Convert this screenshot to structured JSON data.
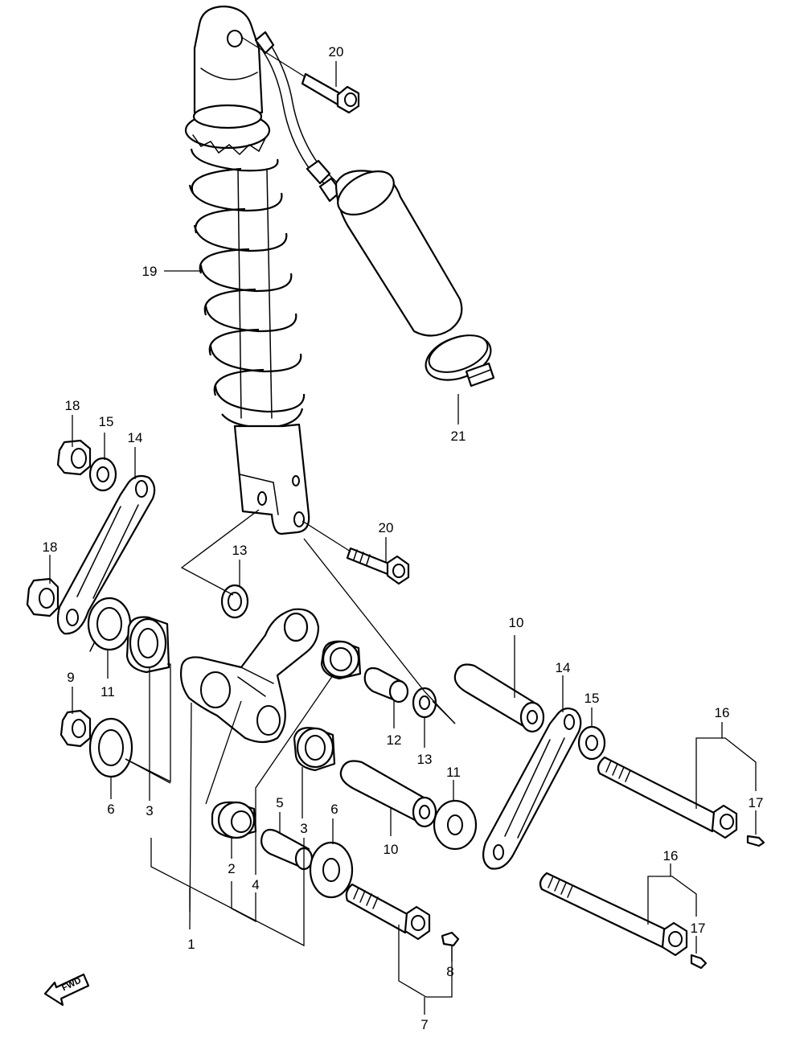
{
  "callouts": {
    "c1": "1",
    "c2": "2",
    "c3a": "3",
    "c3b": "3",
    "c4": "4",
    "c5": "5",
    "c6a": "6",
    "c6b": "6",
    "c7": "7",
    "c8": "8",
    "c9": "9",
    "c10a": "10",
    "c10b": "10",
    "c11a": "11",
    "c11b": "11",
    "c12": "12",
    "c13a": "13",
    "c13b": "13",
    "c14a": "14",
    "c14b": "14",
    "c15a": "15",
    "c15b": "15",
    "c16a": "16",
    "c16b": "16",
    "c17a": "17",
    "c17b": "17",
    "c18a": "18",
    "c18b": "18",
    "c19": "19",
    "c20a": "20",
    "c20b": "20",
    "c21": "21"
  },
  "fwd_label": "FWD"
}
